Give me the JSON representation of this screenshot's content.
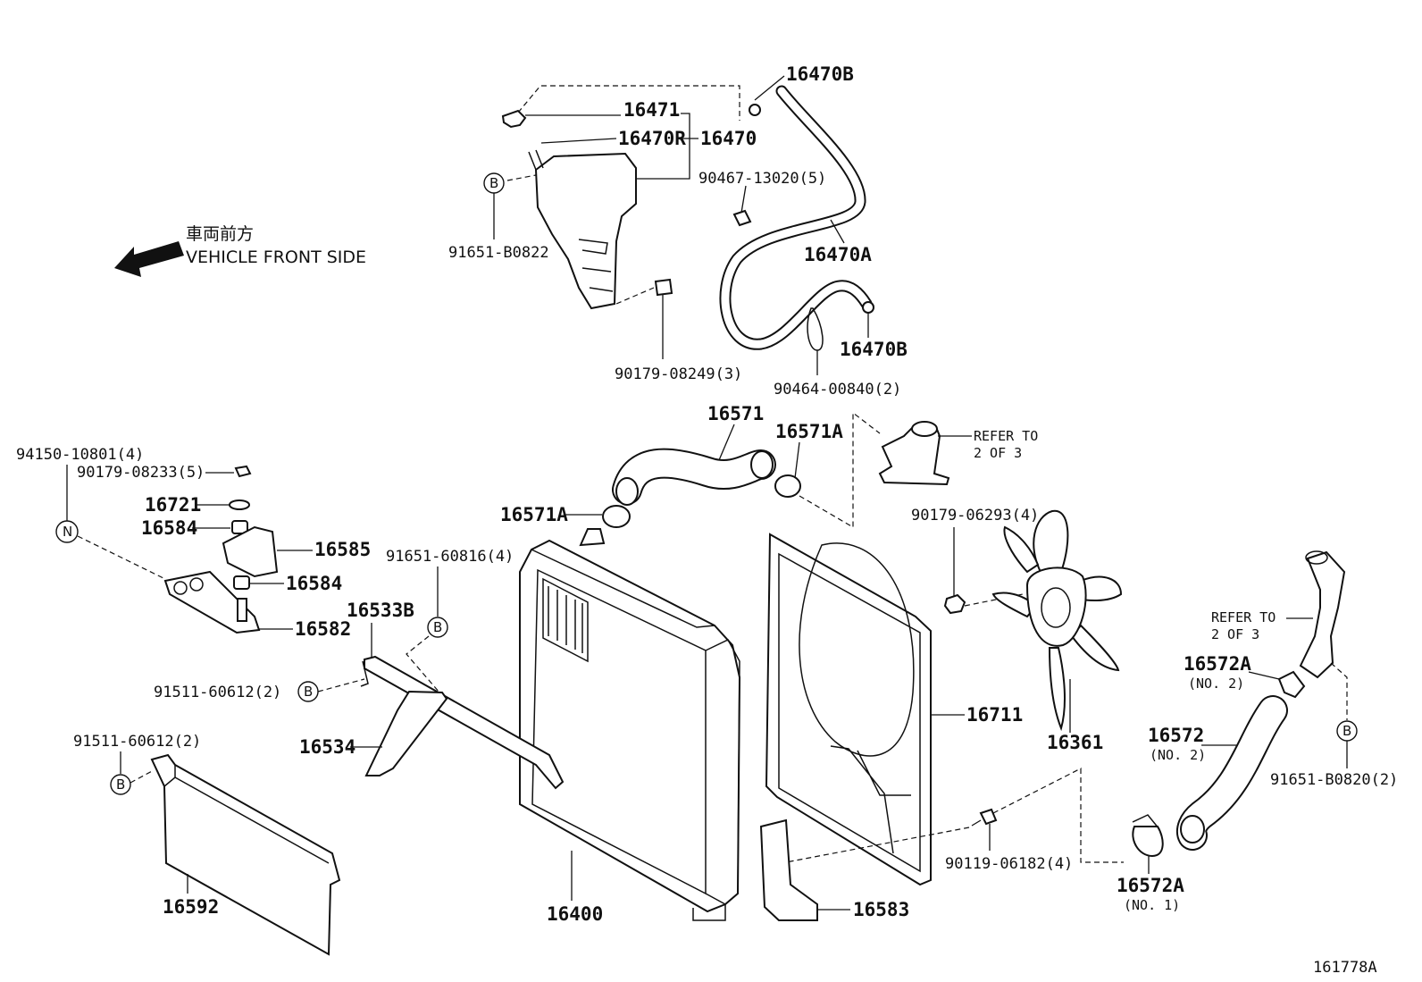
{
  "direction": {
    "label_jp": "車両前方",
    "label_en": "VEHICLE FRONT SIDE"
  },
  "callouts": {
    "b": "B",
    "n": "N"
  },
  "parts": {
    "p16470B_top": "16470B",
    "p16471": "16471",
    "p16470R": "16470R",
    "p16470": "16470",
    "p90467": "90467-13020(5)",
    "p91651_B0822": "91651-B0822",
    "p16470A": "16470A",
    "p90179_08249": "90179-08249(3)",
    "p16470B_bot": "16470B",
    "p90464": "90464-00840(2)",
    "p94150": "94150-10801(4)",
    "p90179_08233": "90179-08233(5)",
    "p16721": "16721",
    "p16584_a": "16584",
    "p16585": "16585",
    "p16584_b": "16584",
    "p16582": "16582",
    "p16571": "16571",
    "p16571A_r": "16571A",
    "p16571A_l": "16571A",
    "refer1_a": "REFER TO",
    "refer1_b": "2 OF 3",
    "p91651_60816": "91651-60816(4)",
    "p16533B": "16533B",
    "p91511_a": "91511-60612(2)",
    "p16534": "16534",
    "p91511_b": "91511-60612(2)",
    "p16592": "16592",
    "p16400": "16400",
    "p90179_06293": "90179-06293(4)",
    "p16711": "16711",
    "p16361": "16361",
    "p16583": "16583",
    "p90119": "90119-06182(4)",
    "refer2_a": "REFER TO",
    "refer2_b": "2 OF 3",
    "p16572A_no2": "16572A",
    "p16572A_no2_sub": "(NO. 2)",
    "p16572": "16572",
    "p16572_sub": "(NO. 2)",
    "p91651_B0820": "91651-B0820(2)",
    "p16572A_no1": "16572A",
    "p16572A_no1_sub": "(NO. 1)"
  },
  "figure_id": "161778A"
}
